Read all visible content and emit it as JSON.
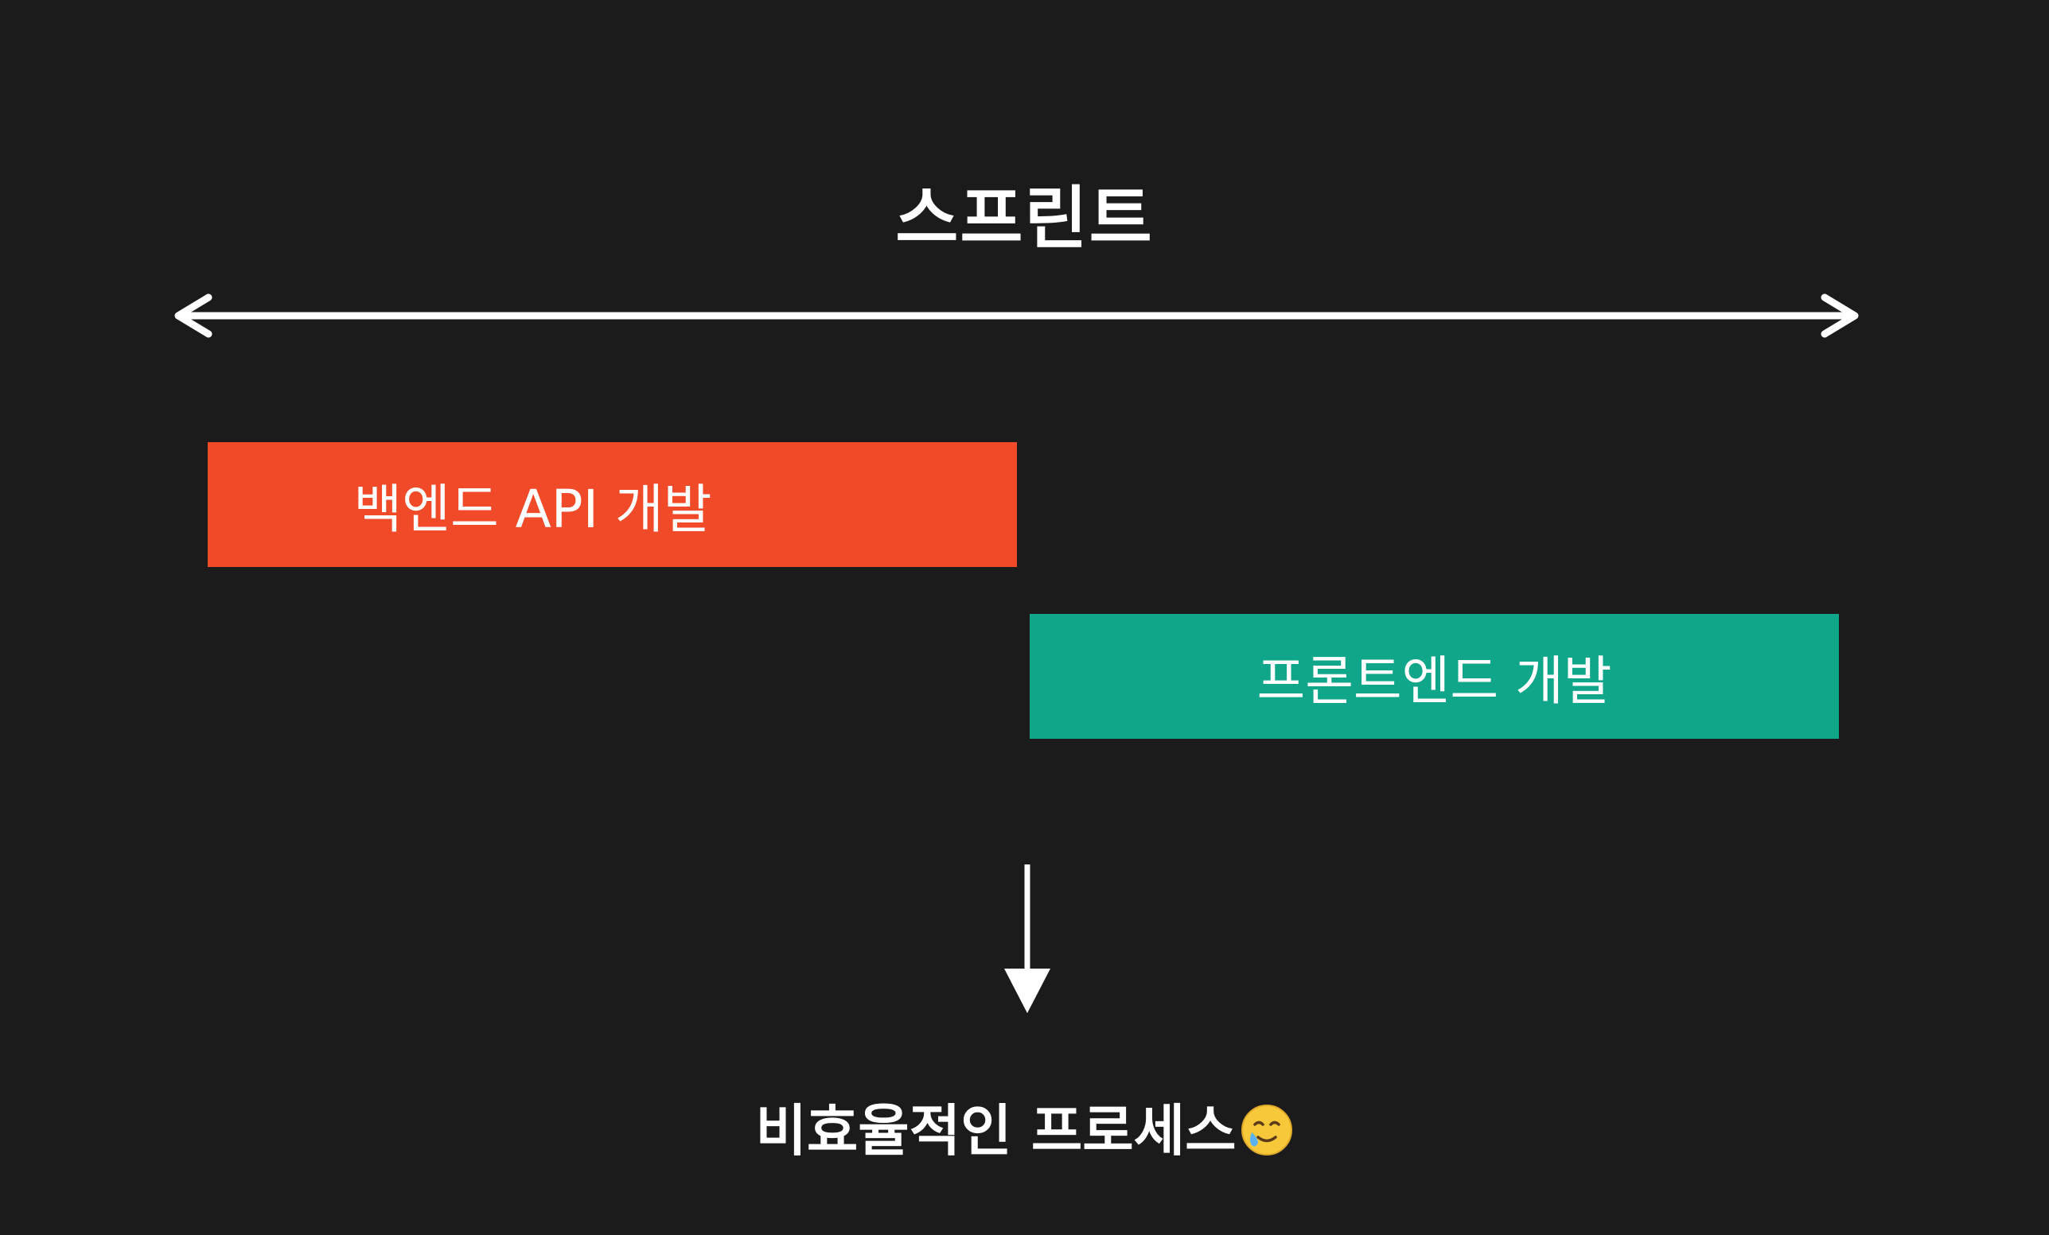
{
  "diagram": {
    "title": "스프린트",
    "bars": [
      {
        "label": "백엔드 API 개발",
        "color": "#f04a28"
      },
      {
        "label": "프론트엔드 개발",
        "color": "#0fa68a"
      }
    ],
    "conclusion": {
      "text": "비효율적인 프로세스",
      "emoji_icon": "smiling-face-with-tear-icon"
    },
    "colors": {
      "background": "#1b1b1b",
      "foreground": "#ffffff"
    }
  }
}
